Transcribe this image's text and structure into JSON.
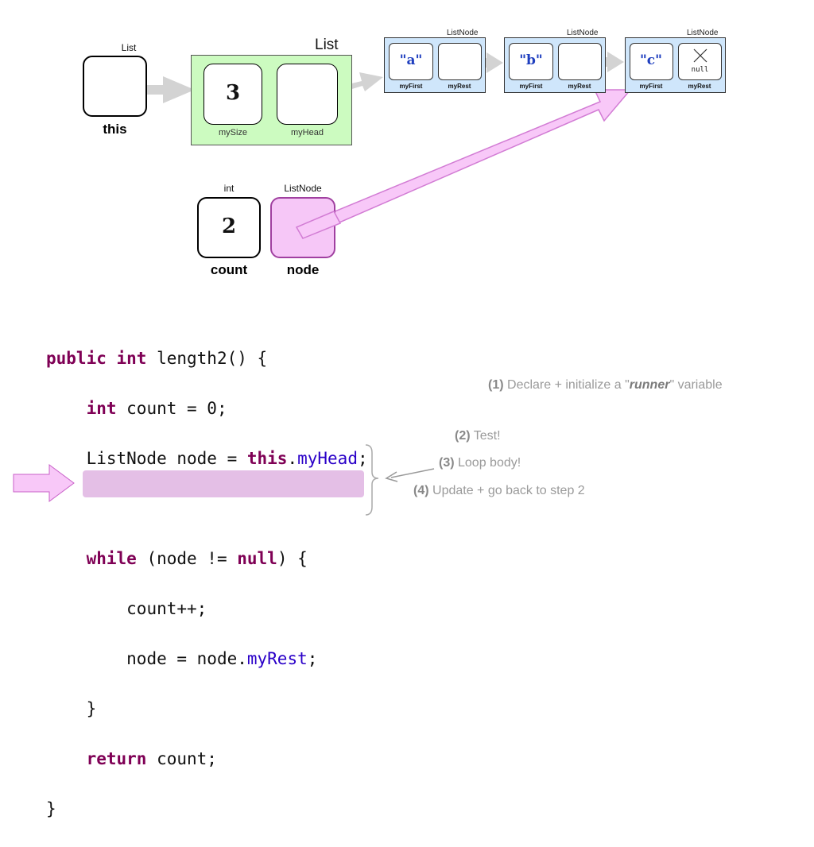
{
  "colors": {
    "list_panel": "#ccfbc0",
    "node_panel": "#cfe6fb",
    "node_var_fill": "#f6c7f7",
    "node_var_border": "#a040a0",
    "pink_arrow": "#f8c8f8",
    "gray_arrow": "#d3d3d3",
    "highlight": "#e4bfe6",
    "keyword": "#7f0055",
    "field": "#2a00c8"
  },
  "this_ref": {
    "type_label": "List",
    "var_name": "this"
  },
  "list_object": {
    "type_label": "List",
    "size_value": "3",
    "size_field": "mySize",
    "head_field": "myHead"
  },
  "nodes": [
    {
      "type_label": "ListNode",
      "first_value": "\"a\"",
      "first_field": "myFirst",
      "rest_field": "myRest"
    },
    {
      "type_label": "ListNode",
      "first_value": "\"b\"",
      "first_field": "myFirst",
      "rest_field": "myRest"
    },
    {
      "type_label": "ListNode",
      "first_value": "\"c\"",
      "first_field": "myFirst",
      "rest_field": "myRest",
      "rest_value": "null"
    }
  ],
  "count_var": {
    "type_label": "int",
    "value": "2",
    "name": "count"
  },
  "node_var": {
    "type_label": "ListNode",
    "name": "node"
  },
  "code": {
    "l1_kw1": "public",
    "l1_kw2": "int",
    "l1_rest": " length2() {",
    "l2_kw": "int",
    "l2_rest": " count = 0;",
    "l3_pre": "ListNode node = ",
    "l3_kw": "this",
    "l3_dot": ".",
    "l3_fld": "myHead",
    "l3_end": ";",
    "l5_kw": "while",
    "l5_mid": " (node != ",
    "l5_kw2": "null",
    "l5_end": ") {",
    "l6": "count++;",
    "l7_pre": "node = node.",
    "l7_fld": "myRest",
    "l7_end": ";",
    "l8": "}",
    "l9_kw": "return",
    "l9_rest": " count;",
    "l10": "}"
  },
  "notes": {
    "n1_num": "(1)",
    "n1_pre": " Declare + initialize a \"",
    "n1_em": "runner",
    "n1_post": "\" variable",
    "n2_num": "(2)",
    "n2_text": " Test!",
    "n3_num": "(3)",
    "n3_text": " Loop body!",
    "n4_num": "(4)",
    "n4_text": " Update + go back to step 2"
  }
}
